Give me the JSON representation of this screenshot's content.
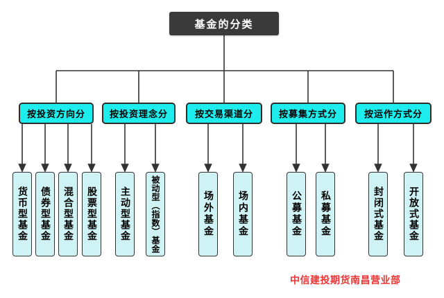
{
  "root": {
    "label": "基金的分类"
  },
  "categories": [
    {
      "label": "按投资方向分",
      "children": [
        {
          "label": "货币型基金"
        },
        {
          "label": "债券型基金"
        },
        {
          "label": "混合型基金"
        },
        {
          "label": "股票型基金"
        }
      ]
    },
    {
      "label": "按投资理念分",
      "children": [
        {
          "label": "主动型基金"
        },
        {
          "label": "被动型（指数）基金"
        }
      ]
    },
    {
      "label": "按交易渠道分",
      "children": [
        {
          "label": "场外基金"
        },
        {
          "label": "场内基金"
        }
      ]
    },
    {
      "label": "按募集方式分",
      "children": [
        {
          "label": "公募基金"
        },
        {
          "label": "私募基金"
        }
      ]
    },
    {
      "label": "按运作方式分",
      "children": [
        {
          "label": "封闭式基金"
        },
        {
          "label": "开放式基金"
        }
      ]
    }
  ],
  "footer": {
    "label": "中信建投期货南昌营业部"
  },
  "colors": {
    "title_fill": "#3a3a3a",
    "title_text": "#ffffff",
    "category_fill": "#1deded",
    "leaf_fill": "#cff3f5",
    "line": "#333333",
    "footer_text": "#ee3434"
  }
}
